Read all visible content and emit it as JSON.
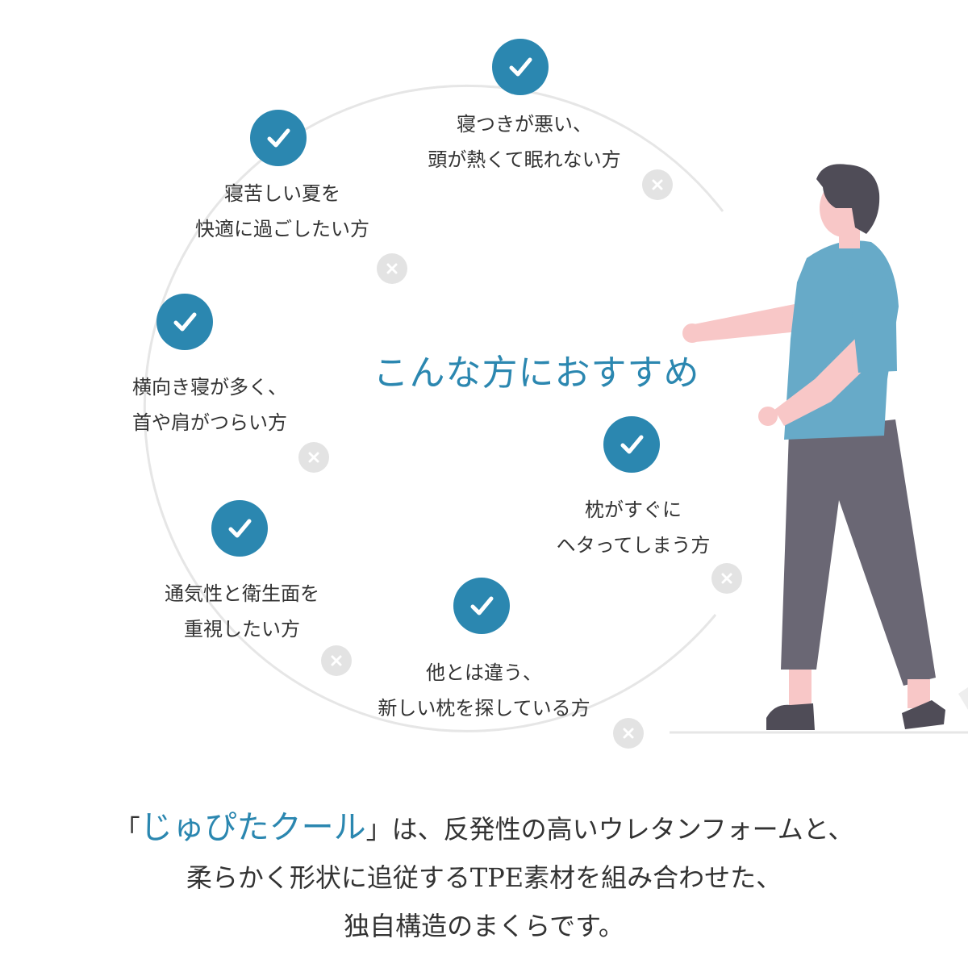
{
  "colors": {
    "accent": "#2b87b0",
    "check_bg": "#2b87b0",
    "xmark_bg": "#e3e3e3",
    "circle_line": "#e6e6e6",
    "shirt": "#67aac8",
    "pants": "#6a6774",
    "hair": "#4f4c57",
    "skin": "#f8c7c7",
    "shoes": "#4f4c57"
  },
  "icons": {
    "check": "check-icon",
    "close": "close-icon"
  },
  "center_title": "こんな方におすすめ",
  "items": [
    {
      "line1": "寝つきが悪い、",
      "line2": "頭が熱くて眠れない方"
    },
    {
      "line1": "寝苦しい夏を",
      "line2": "快適に過ごしたい方"
    },
    {
      "line1": "横向き寝が多く、",
      "line2": "首や肩がつらい方"
    },
    {
      "line1": "通気性と衛生面を",
      "line2": "重視したい方"
    },
    {
      "line1": "他とは違う、",
      "line2": "新しい枕を探している方"
    },
    {
      "line1": "枕がすぐに",
      "line2": "ヘタってしまう方"
    }
  ],
  "description": {
    "brand_open": "「",
    "brand": "じゅぴたクール",
    "brand_close": "」",
    "line1_rest": "は、反発性の高いウレタンフォームと、",
    "line2": "柔らかく形状に追従するTPE素材を組み合わせた、",
    "line3": "独自構造のまくらです。"
  }
}
